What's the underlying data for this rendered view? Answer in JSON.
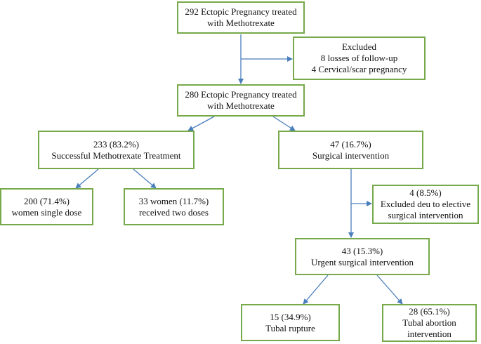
{
  "diagram": {
    "line_color": "#4a7ebb",
    "box_border_color": "#77a94a",
    "nodes": {
      "n1": {
        "lines": [
          "292 Ectopic Pregnancy treated",
          "with Methotrexate"
        ]
      },
      "n2": {
        "lines": [
          "Excluded",
          "8 losses of follow-up",
          "4 Cervical/scar pregnancy"
        ]
      },
      "n3": {
        "lines": [
          "280 Ectopic Pregnancy treated",
          "with Methotrexate"
        ]
      },
      "n4": {
        "lines": [
          "233 (83.2%)",
          "Successful Methotrexate Treatment"
        ]
      },
      "n5": {
        "lines": [
          "47 (16.7%)",
          "Surgical intervention"
        ]
      },
      "n6": {
        "lines": [
          "200 (71.4%)",
          "women single dose"
        ]
      },
      "n7": {
        "lines": [
          "33 women (11.7%)",
          "received two doses"
        ]
      },
      "n8": {
        "lines": [
          "4 (8.5%)",
          "Excluded deu to elective",
          "surgical  intervention"
        ]
      },
      "n9": {
        "lines": [
          "43 (15.3%)",
          "Urgent surgical intervention"
        ]
      },
      "n10": {
        "lines": [
          "15 (34.9%)",
          "Tubal rupture"
        ]
      },
      "n11": {
        "lines": [
          "28 (65.1%)",
          "Tubal abortion",
          "intervention"
        ]
      }
    }
  }
}
